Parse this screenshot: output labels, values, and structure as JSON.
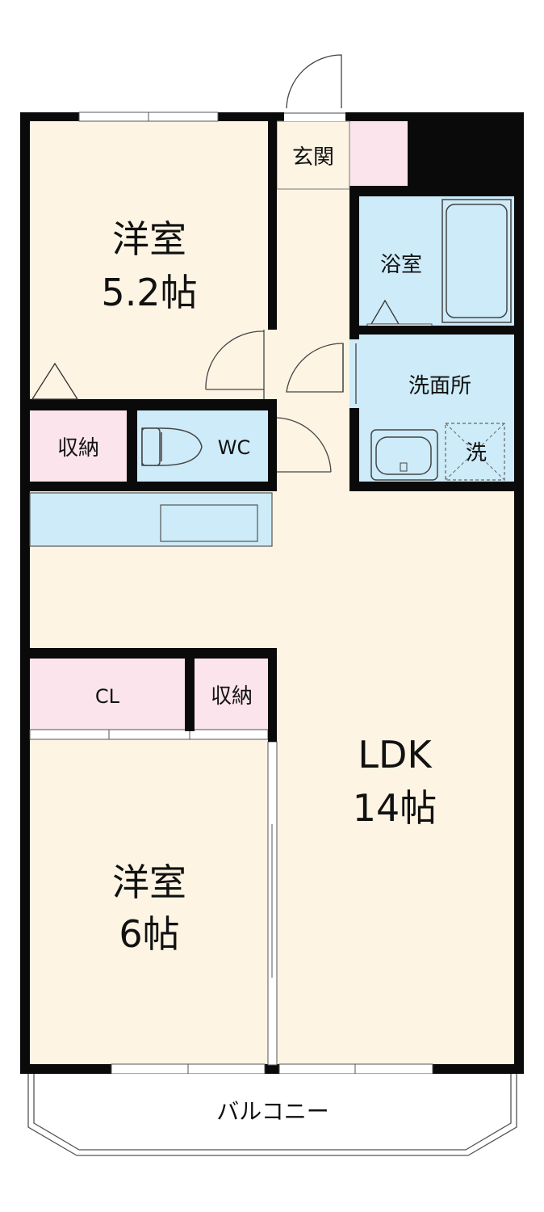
{
  "colors": {
    "wall": "#0a0a0a",
    "room_floor": "#fdf4e3",
    "storage": "#fbe4ec",
    "wet_area": "#cdebf8",
    "balcony": "#ffffff"
  },
  "rooms": {
    "western_room_upper": {
      "name": "洋室",
      "size": "5.2帖"
    },
    "western_room_lower": {
      "name": "洋室",
      "size": "6帖"
    },
    "ldk": {
      "name": "LDK",
      "size": "14帖"
    },
    "entrance": {
      "name": "玄関"
    },
    "bathroom": {
      "name": "浴室"
    },
    "washroom": {
      "name": "洗面所"
    },
    "toilet": {
      "name": "WC"
    },
    "storage_upper": {
      "name": "収納"
    },
    "storage_lower": {
      "name": "収納"
    },
    "closet": {
      "name": "CL"
    },
    "washer": {
      "name": "洗"
    },
    "balcony": {
      "name": "バルコニー"
    }
  }
}
